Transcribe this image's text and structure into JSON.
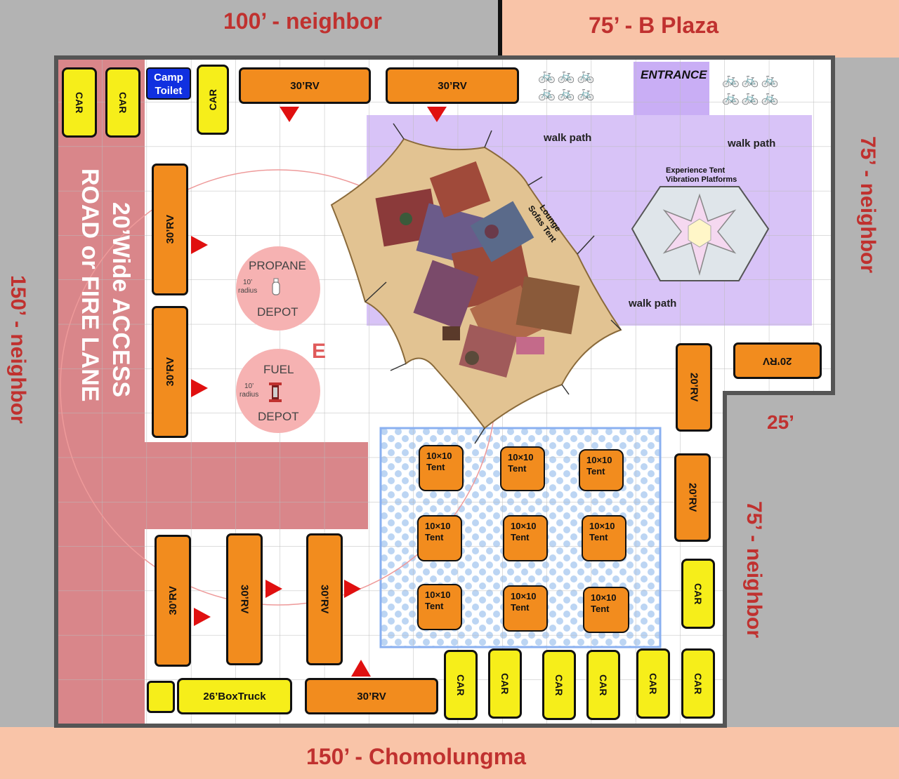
{
  "boundaries": {
    "top_left": "100’ - neighbor",
    "top_right": "75’ - B Plaza",
    "right_upper": "75’ - neighbor",
    "right_lower": "75’ - neighbor",
    "left": "150’ - neighbor",
    "bottom": "150’ - Chomolungma",
    "notch": "25’"
  },
  "road": {
    "line1": "20’Wide ACCESS",
    "line2": "ROAD or FIRE LANE"
  },
  "entrance": "ENTRANCE",
  "camp_toilet": "Camp\nToilet",
  "walk_paths": [
    "walk path",
    "walk path",
    "walk path"
  ],
  "lounge": "Lounge\nSofas Tent",
  "experience": "Experience Tent\nVibration Platforms",
  "propane": {
    "top": "PROPANE",
    "bottom": "DEPOT",
    "radius": "10’\nradius"
  },
  "fuel": {
    "top": "FUEL",
    "bottom": "DEPOT",
    "radius": "10’\nradius"
  },
  "e_marker": "E",
  "vehicles": {
    "rv30": "30’RV",
    "rv20": "20’RV",
    "car": "CAR",
    "box_truck": "26’BoxTruck"
  },
  "tent_label": "10×10\nTent",
  "colors": {
    "rv_orange": "#f28c1e",
    "car_yellow": "#f6ee1a",
    "road_red": "#d9868a",
    "walk_purple": "#d8c3f7",
    "boundary_peach": "#f9c4a8",
    "label_red": "#c0312f",
    "toilet_blue": "#1030e0"
  }
}
